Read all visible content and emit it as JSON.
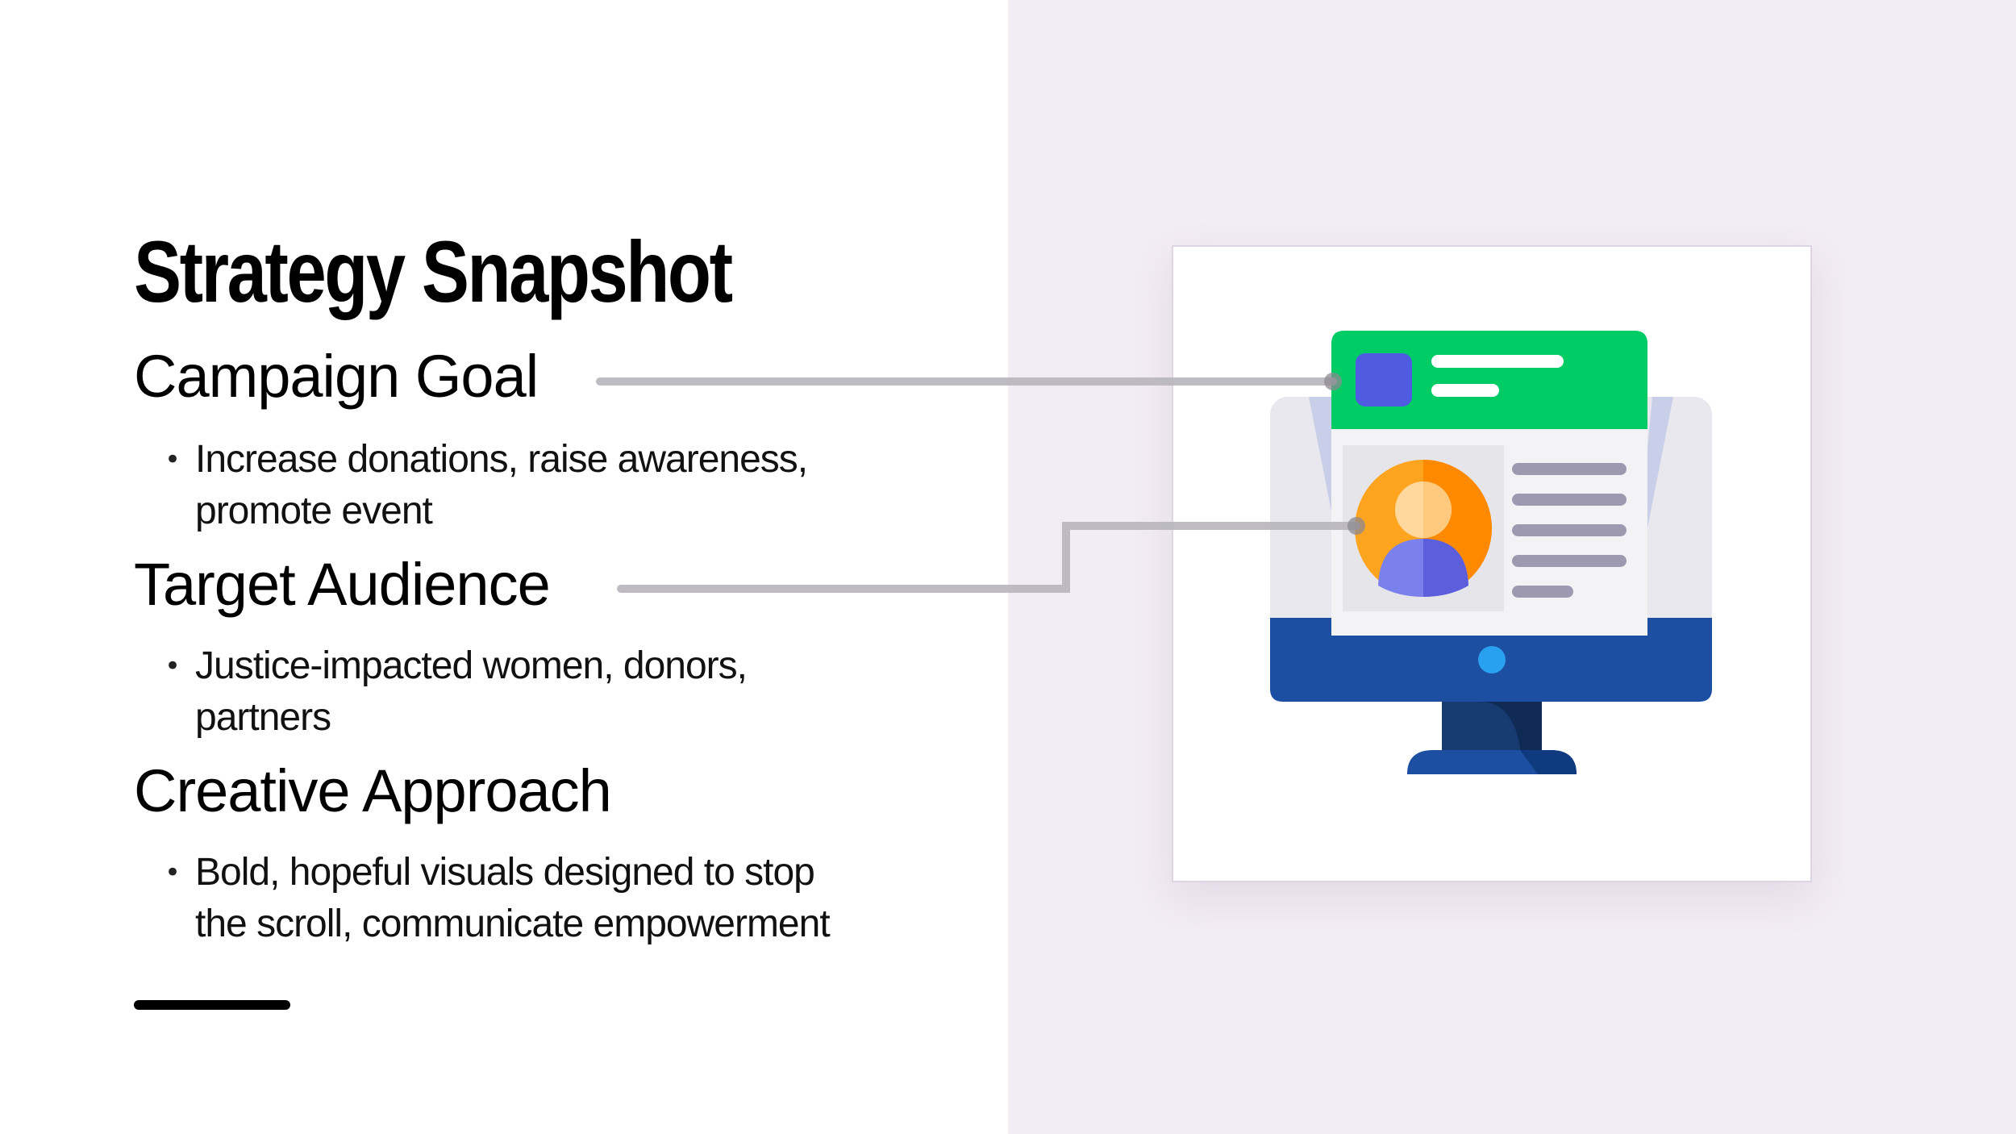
{
  "slide": {
    "title": "Strategy Snapshot",
    "sections": [
      {
        "heading": "Campaign Goal",
        "bullet": "Increase donations, raise awareness, promote event",
        "bullet_lines": [
          "Increase donations, raise awareness,",
          "promote event"
        ]
      },
      {
        "heading": "Target Audience",
        "bullet": "Justice-impacted women, donors, partners",
        "bullet_lines": [
          "Justice-impacted women, donors,",
          "partners"
        ]
      },
      {
        "heading": "Creative Approach",
        "bullet": "Bold, hopeful visuals designed to stop the scroll, communicate empowerment",
        "bullet_lines": [
          "Bold, hopeful visuals designed to stop",
          "the scroll, communicate empowerment"
        ]
      }
    ],
    "bullet_symbol": "•"
  },
  "illustration": {
    "icon": "monitor-profile-icon",
    "colors": {
      "header_green": "#00cc66",
      "header_square": "#4f5be0",
      "avatar_orange": "#ff9a1a",
      "avatar_dark_orange": "#ff8800",
      "avatar_skin": "#ffd59a",
      "avatar_body": "#6a6ee8",
      "text_lines": "#9b98b0",
      "monitor_blue": "#1f4fa0",
      "stand_dark": "#0f2a55",
      "power_button": "#2aa0f0",
      "screen_gray": "#e8e8ee",
      "panel_gray": "#f0f0f2"
    }
  },
  "colors": {
    "left_background": "#ffffff",
    "right_background": "#f2ecf4",
    "connector_line": "#b8b6bb",
    "text": "#000000"
  }
}
